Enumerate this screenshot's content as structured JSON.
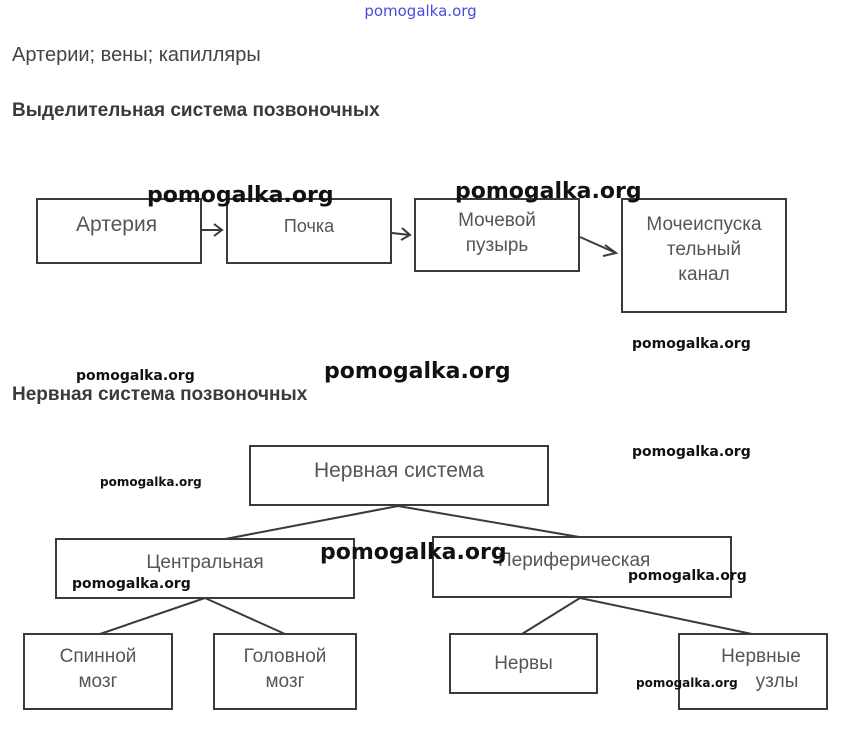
{
  "watermark": "pomogalka.org",
  "intro_line": "Артерии; вены; капилляры",
  "excretory": {
    "heading": "Выделительная система позвоночных",
    "nodes": {
      "artery": "Артерия",
      "kidney": "Почка",
      "bladder_1": "Мочевой",
      "bladder_2": "пузырь",
      "urethra_1": "Мочеиспуска",
      "urethra_2": "тельный",
      "urethra_3": "канал"
    }
  },
  "nervous": {
    "heading": "Нервная система позвоночных",
    "nodes": {
      "root": "Нервная система",
      "central": "Центральная",
      "peripheral": "Периферическая",
      "spinal_1": "Спинной",
      "spinal_2": "мозг",
      "brain_1": "Головной",
      "brain_2": "мозг",
      "nerves": "Нервы",
      "ganglia_1": "Нервные",
      "ganglia_2": "узлы"
    }
  }
}
